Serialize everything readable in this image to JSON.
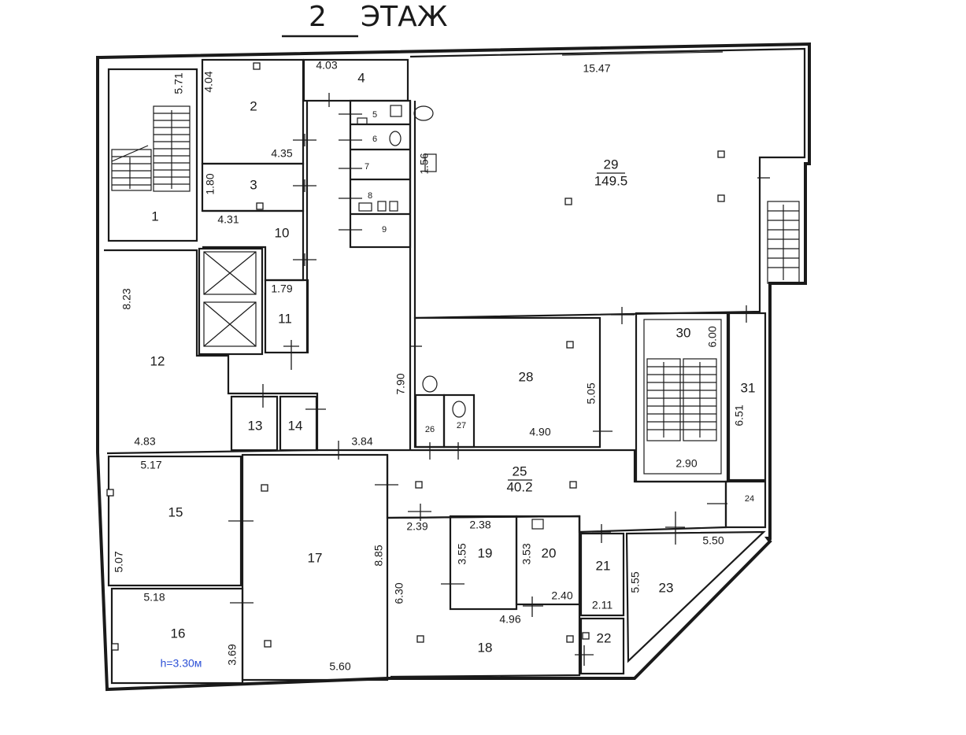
{
  "title": {
    "number": "2",
    "word": "ЭТАЖ"
  },
  "height_note": "h=3.30м",
  "rooms": [
    {
      "id": "1",
      "label": "1"
    },
    {
      "id": "2",
      "label": "2"
    },
    {
      "id": "3",
      "label": "3"
    },
    {
      "id": "4",
      "label": "4"
    },
    {
      "id": "5",
      "label": "5"
    },
    {
      "id": "6",
      "label": "6"
    },
    {
      "id": "7",
      "label": "7"
    },
    {
      "id": "8",
      "label": "8"
    },
    {
      "id": "9",
      "label": "9"
    },
    {
      "id": "10",
      "label": "10"
    },
    {
      "id": "11",
      "label": "11"
    },
    {
      "id": "12",
      "label": "12"
    },
    {
      "id": "13",
      "label": "13"
    },
    {
      "id": "14",
      "label": "14"
    },
    {
      "id": "15",
      "label": "15"
    },
    {
      "id": "16",
      "label": "16"
    },
    {
      "id": "17",
      "label": "17"
    },
    {
      "id": "18",
      "label": "18"
    },
    {
      "id": "19",
      "label": "19"
    },
    {
      "id": "20",
      "label": "20"
    },
    {
      "id": "21",
      "label": "21"
    },
    {
      "id": "22",
      "label": "22"
    },
    {
      "id": "23",
      "label": "23"
    },
    {
      "id": "24",
      "label": "24"
    },
    {
      "id": "25",
      "label": "25",
      "area": "40.2"
    },
    {
      "id": "26",
      "label": "26"
    },
    {
      "id": "27",
      "label": "27"
    },
    {
      "id": "28",
      "label": "28"
    },
    {
      "id": "29",
      "label": "29",
      "area": "149.5"
    },
    {
      "id": "30",
      "label": "30"
    },
    {
      "id": "31",
      "label": "31"
    }
  ],
  "dimensions": [
    "5.71",
    "4.04",
    "4.35",
    "4.03",
    "15.47",
    "1.56",
    "1.80",
    "4.31",
    "1.79",
    "8.23",
    "4.83",
    "7.90",
    "3.84",
    "5.05",
    "4.90",
    "6.00",
    "6.51",
    "2.90",
    "5.17",
    "5.07",
    "5.18",
    "3.69",
    "8.85",
    "5.60",
    "2.39",
    "2.38",
    "3.55",
    "3.53",
    "2.40",
    "6.30",
    "4.96",
    "5.55",
    "2.11",
    "5.50"
  ]
}
